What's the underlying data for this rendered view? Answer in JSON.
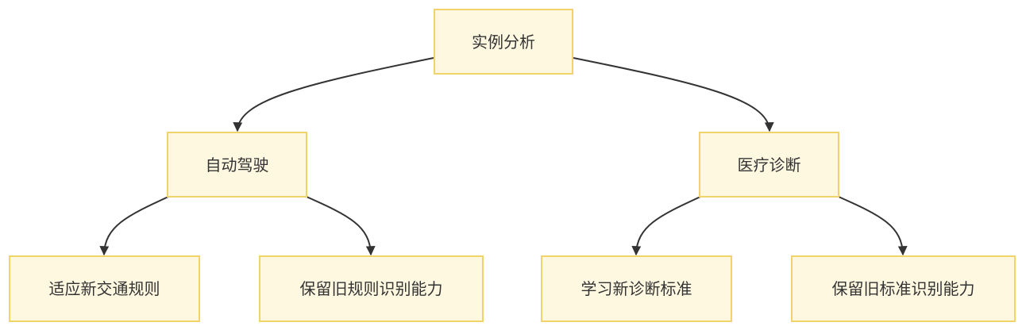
{
  "diagram": {
    "root": {
      "label": "实例分析"
    },
    "branches": [
      {
        "label": "自动驾驶",
        "children": [
          {
            "label": "适应新交通规则"
          },
          {
            "label": "保留旧规则识别能力"
          }
        ]
      },
      {
        "label": "医疗诊断",
        "children": [
          {
            "label": "学习新诊断标准"
          },
          {
            "label": "保留旧标准识别能力"
          }
        ]
      }
    ],
    "colors": {
      "node_fill": "#fff8e1",
      "node_border": "#f2d36b",
      "edge": "#333333",
      "text": "#333333"
    }
  }
}
